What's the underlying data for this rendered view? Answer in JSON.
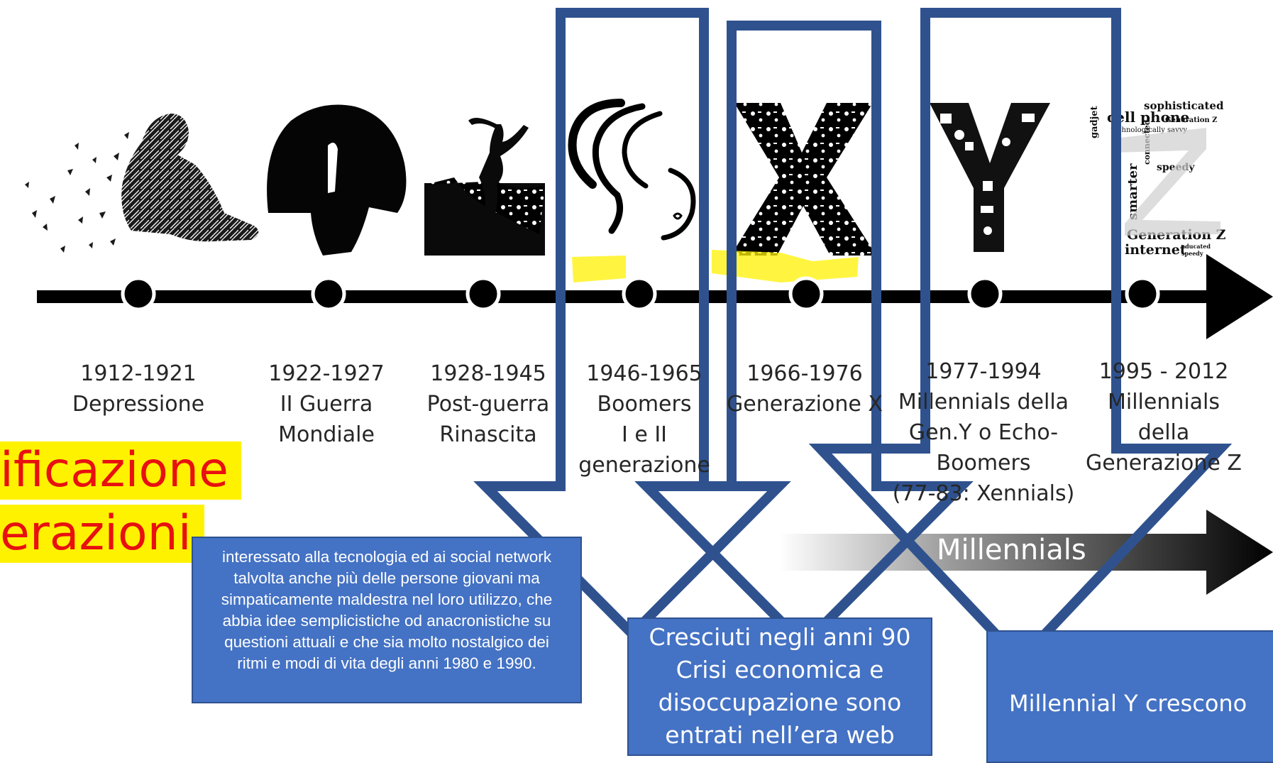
{
  "title": {
    "line1": "ificazione",
    "line2": "erazioni"
  },
  "generations": [
    {
      "years": "1912-1921",
      "lines": [
        "Depressione"
      ]
    },
    {
      "years": "1922-1927",
      "lines": [
        "II Guerra",
        "Mondiale"
      ]
    },
    {
      "years": "1928-1945",
      "lines": [
        "Post-guerra",
        "Rinascita"
      ]
    },
    {
      "years": "1946-1965",
      "lines": [
        "Boomers",
        "I e II",
        "generazione"
      ]
    },
    {
      "years": "1966-1976",
      "lines": [
        "Generazione X"
      ]
    },
    {
      "years": "1977-1994",
      "lines": [
        "Millennials della",
        "Gen.Y o  Echo-",
        "Boomers",
        "(77-83: Xennials)"
      ]
    },
    {
      "years": "1995 - 2012",
      "lines": [
        "Millennials",
        "della",
        "Generazione Z"
      ]
    }
  ],
  "millennials_arrow": {
    "label": "Millennials"
  },
  "callouts": {
    "boomers_note": "interessato alla tecnologia ed ai social network talvolta anche più delle persone giovani ma simpaticamente maldestra nel loro utilizzo, che abbia idee semplicistiche od anacronistiche su questioni attuali e che sia molto nostalgico dei ritmi e modi di vita degli anni 1980 e 1990.",
    "genx_lines": [
      "Cresciuti negli anni 90",
      "Crisi economica e",
      "disoccupazione sono",
      "entrati nell’era web"
    ],
    "geny_text": "Millennial  Y crescono"
  },
  "icons": {
    "gen_z_words": [
      "sophisticated",
      "cell phone",
      "Generation Z",
      "technologically savvy",
      "gadjet",
      "connected",
      "speedy",
      "smarter",
      "Generation Z",
      "internet",
      "educated",
      "speedy"
    ],
    "gen_x_letter": "X",
    "gen_y_letter": "Y"
  },
  "colors": {
    "timeline": "#000000",
    "callout_fill": "#4472c4",
    "callout_outline": "#2f528f",
    "highlight": "#fff200",
    "title_text": "#e81010"
  }
}
